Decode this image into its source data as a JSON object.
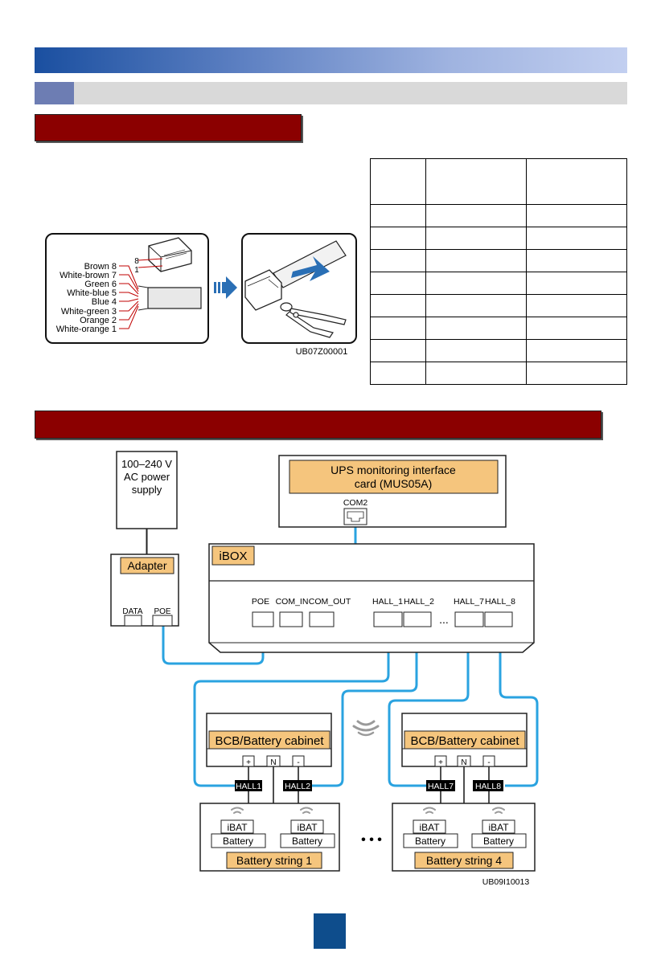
{
  "rj45": {
    "wires": [
      {
        "label": "Brown 8"
      },
      {
        "label": "White-brown 7"
      },
      {
        "label": "Green 6"
      },
      {
        "label": "White-blue 5"
      },
      {
        "label": "Blue 4"
      },
      {
        "label": "White-green 3"
      },
      {
        "label": "Orange 2"
      },
      {
        "label": "White-orange 1"
      }
    ],
    "pin_top": "8",
    "pin_bottom": "1",
    "figure_id": "UB07Z00001"
  },
  "diagram": {
    "power_supply": "100–240 V\nAC power\nsupply",
    "power_supply_lines": [
      "100–240 V",
      "AC power",
      "supply"
    ],
    "adapter": "Adapter",
    "adapter_ports": [
      "DATA",
      "POE"
    ],
    "ups_card_lines": [
      "UPS monitoring interface",
      "card (MUS05A)"
    ],
    "com2": "COM2",
    "ibox": "iBOX",
    "ibox_ports": [
      "POE",
      "COM_IN",
      "COM_OUT",
      "HALL_1",
      "HALL_2",
      "HALL_7",
      "HALL_8"
    ],
    "ellipsis": "...",
    "cabinet_left": "BCB/Battery cabinet",
    "cabinet_right": "BCB/Battery cabinet",
    "terminals": [
      "+",
      "N",
      "-"
    ],
    "hall_left": [
      "HALL1",
      "HALL2"
    ],
    "hall_right": [
      "HALL7",
      "HALL8"
    ],
    "ibat": "iBAT",
    "battery": "Battery",
    "string_left": "Battery string 1",
    "string_right": "Battery string 4",
    "big_ellipsis": "• • •",
    "figure_id": "UB09I10013"
  },
  "colors": {
    "cable": "#2aa3e0",
    "label_fill": "#f5c57d",
    "accent": "#8b0000",
    "page_num": "#0e4d8c"
  }
}
